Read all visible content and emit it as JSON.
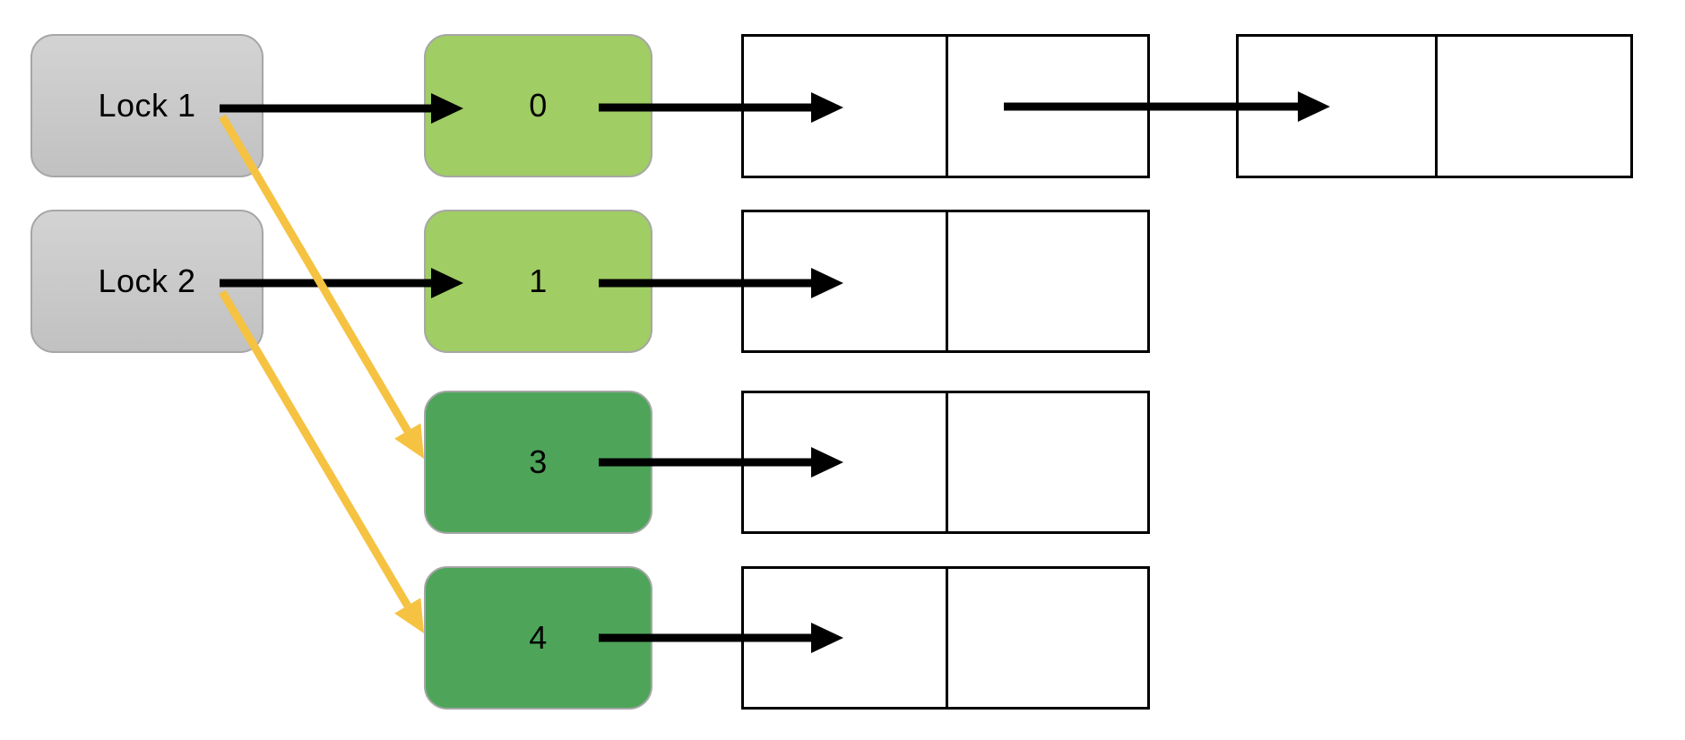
{
  "diagram": {
    "background": "#FFFFFF",
    "locks": [
      {
        "id": "lock1",
        "label": "Lock 1"
      },
      {
        "id": "lock2",
        "label": "Lock 2"
      }
    ],
    "buckets": [
      {
        "id": "bucket0",
        "label": "0",
        "shade": "light"
      },
      {
        "id": "bucket1",
        "label": "1",
        "shade": "light"
      },
      {
        "id": "bucket3",
        "label": "3",
        "shade": "dark"
      },
      {
        "id": "bucket4",
        "label": "4",
        "shade": "dark"
      }
    ],
    "nodes": [
      {
        "id": "node-r0-a",
        "row": 0,
        "cells": 2
      },
      {
        "id": "node-r0-b",
        "row": 0,
        "cells": 2
      },
      {
        "id": "node-r1-a",
        "row": 1,
        "cells": 2
      },
      {
        "id": "node-r2-a",
        "row": 2,
        "cells": 2
      },
      {
        "id": "node-r3-a",
        "row": 3,
        "cells": 2
      }
    ],
    "edges": [
      {
        "id": "lock1-bucket0",
        "from": "lock1",
        "to": "bucket0",
        "style": "black"
      },
      {
        "id": "lock2-bucket1",
        "from": "lock2",
        "to": "bucket1",
        "style": "black"
      },
      {
        "id": "lock1-bucket3",
        "from": "lock1",
        "to": "bucket3",
        "style": "yellow"
      },
      {
        "id": "lock2-bucket4",
        "from": "lock2",
        "to": "bucket4",
        "style": "yellow"
      },
      {
        "id": "bucket0-node",
        "from": "bucket0",
        "to": "node-r0-a",
        "style": "black"
      },
      {
        "id": "bucket1-node",
        "from": "bucket1",
        "to": "node-r1-a",
        "style": "black"
      },
      {
        "id": "bucket3-node",
        "from": "bucket3",
        "to": "node-r2-a",
        "style": "black"
      },
      {
        "id": "bucket4-node",
        "from": "bucket4",
        "to": "node-r3-a",
        "style": "black"
      },
      {
        "id": "node-r0-a-next",
        "from": "node-r0-a",
        "to": "node-r0-b",
        "style": "black"
      }
    ],
    "colors": {
      "background": "#FFFFFF",
      "lock_fill": "#CACACA",
      "lock_border": "#A6A6A6",
      "bucket_light": "#A0CD64",
      "bucket_dark": "#4EA55A",
      "bucket_border": "#A6A6A6",
      "node_border": "#000000",
      "arrow_black": "#000000",
      "arrow_yellow": "#F5C242",
      "text": "#000000"
    }
  }
}
